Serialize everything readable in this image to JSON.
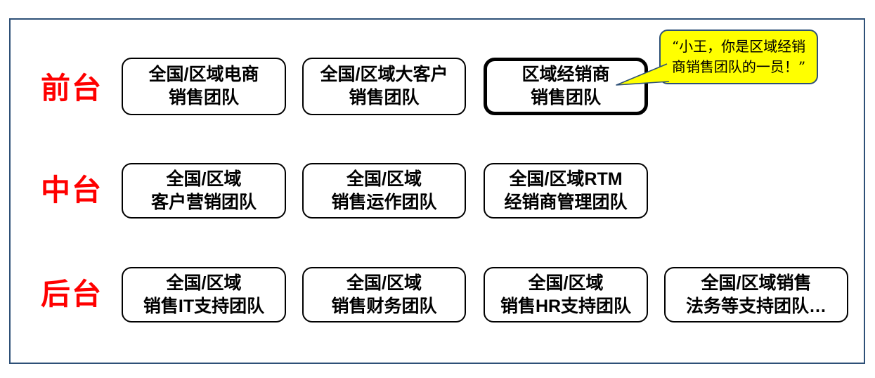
{
  "rows": [
    {
      "label": "前台",
      "boxes": [
        {
          "lines": [
            "全国/区域电商",
            "销售团队"
          ]
        },
        {
          "lines": [
            "全国/区域大客户",
            "销售团队"
          ]
        },
        {
          "lines": [
            "区域经销商",
            "销售团队"
          ],
          "emphasized": true
        }
      ]
    },
    {
      "label": "中台",
      "boxes": [
        {
          "lines": [
            "全国/区域",
            "客户营销团队"
          ]
        },
        {
          "lines": [
            "全国/区域",
            "销售运作团队"
          ]
        },
        {
          "lines": [
            "全国/区域RTM",
            "经销商管理团队"
          ]
        }
      ]
    },
    {
      "label": "后台",
      "boxes": [
        {
          "lines": [
            "全国/区域",
            "销售IT支持团队"
          ]
        },
        {
          "lines": [
            "全国/区域",
            "销售财务团队"
          ]
        },
        {
          "lines": [
            "全国/区域",
            "销售HR支持团队"
          ]
        },
        {
          "lines": [
            "全国/区域销售",
            "法务等支持团队…"
          ]
        }
      ]
    }
  ],
  "callout": {
    "lines": [
      "“小王，你是区域经销",
      "商销售团队的一员！”"
    ]
  },
  "colors": {
    "label_red": "#FF0000",
    "frame_border": "#2E5077",
    "box_border": "#000000",
    "callout_fill": "#FFFF00",
    "callout_border": "#2E5077"
  }
}
